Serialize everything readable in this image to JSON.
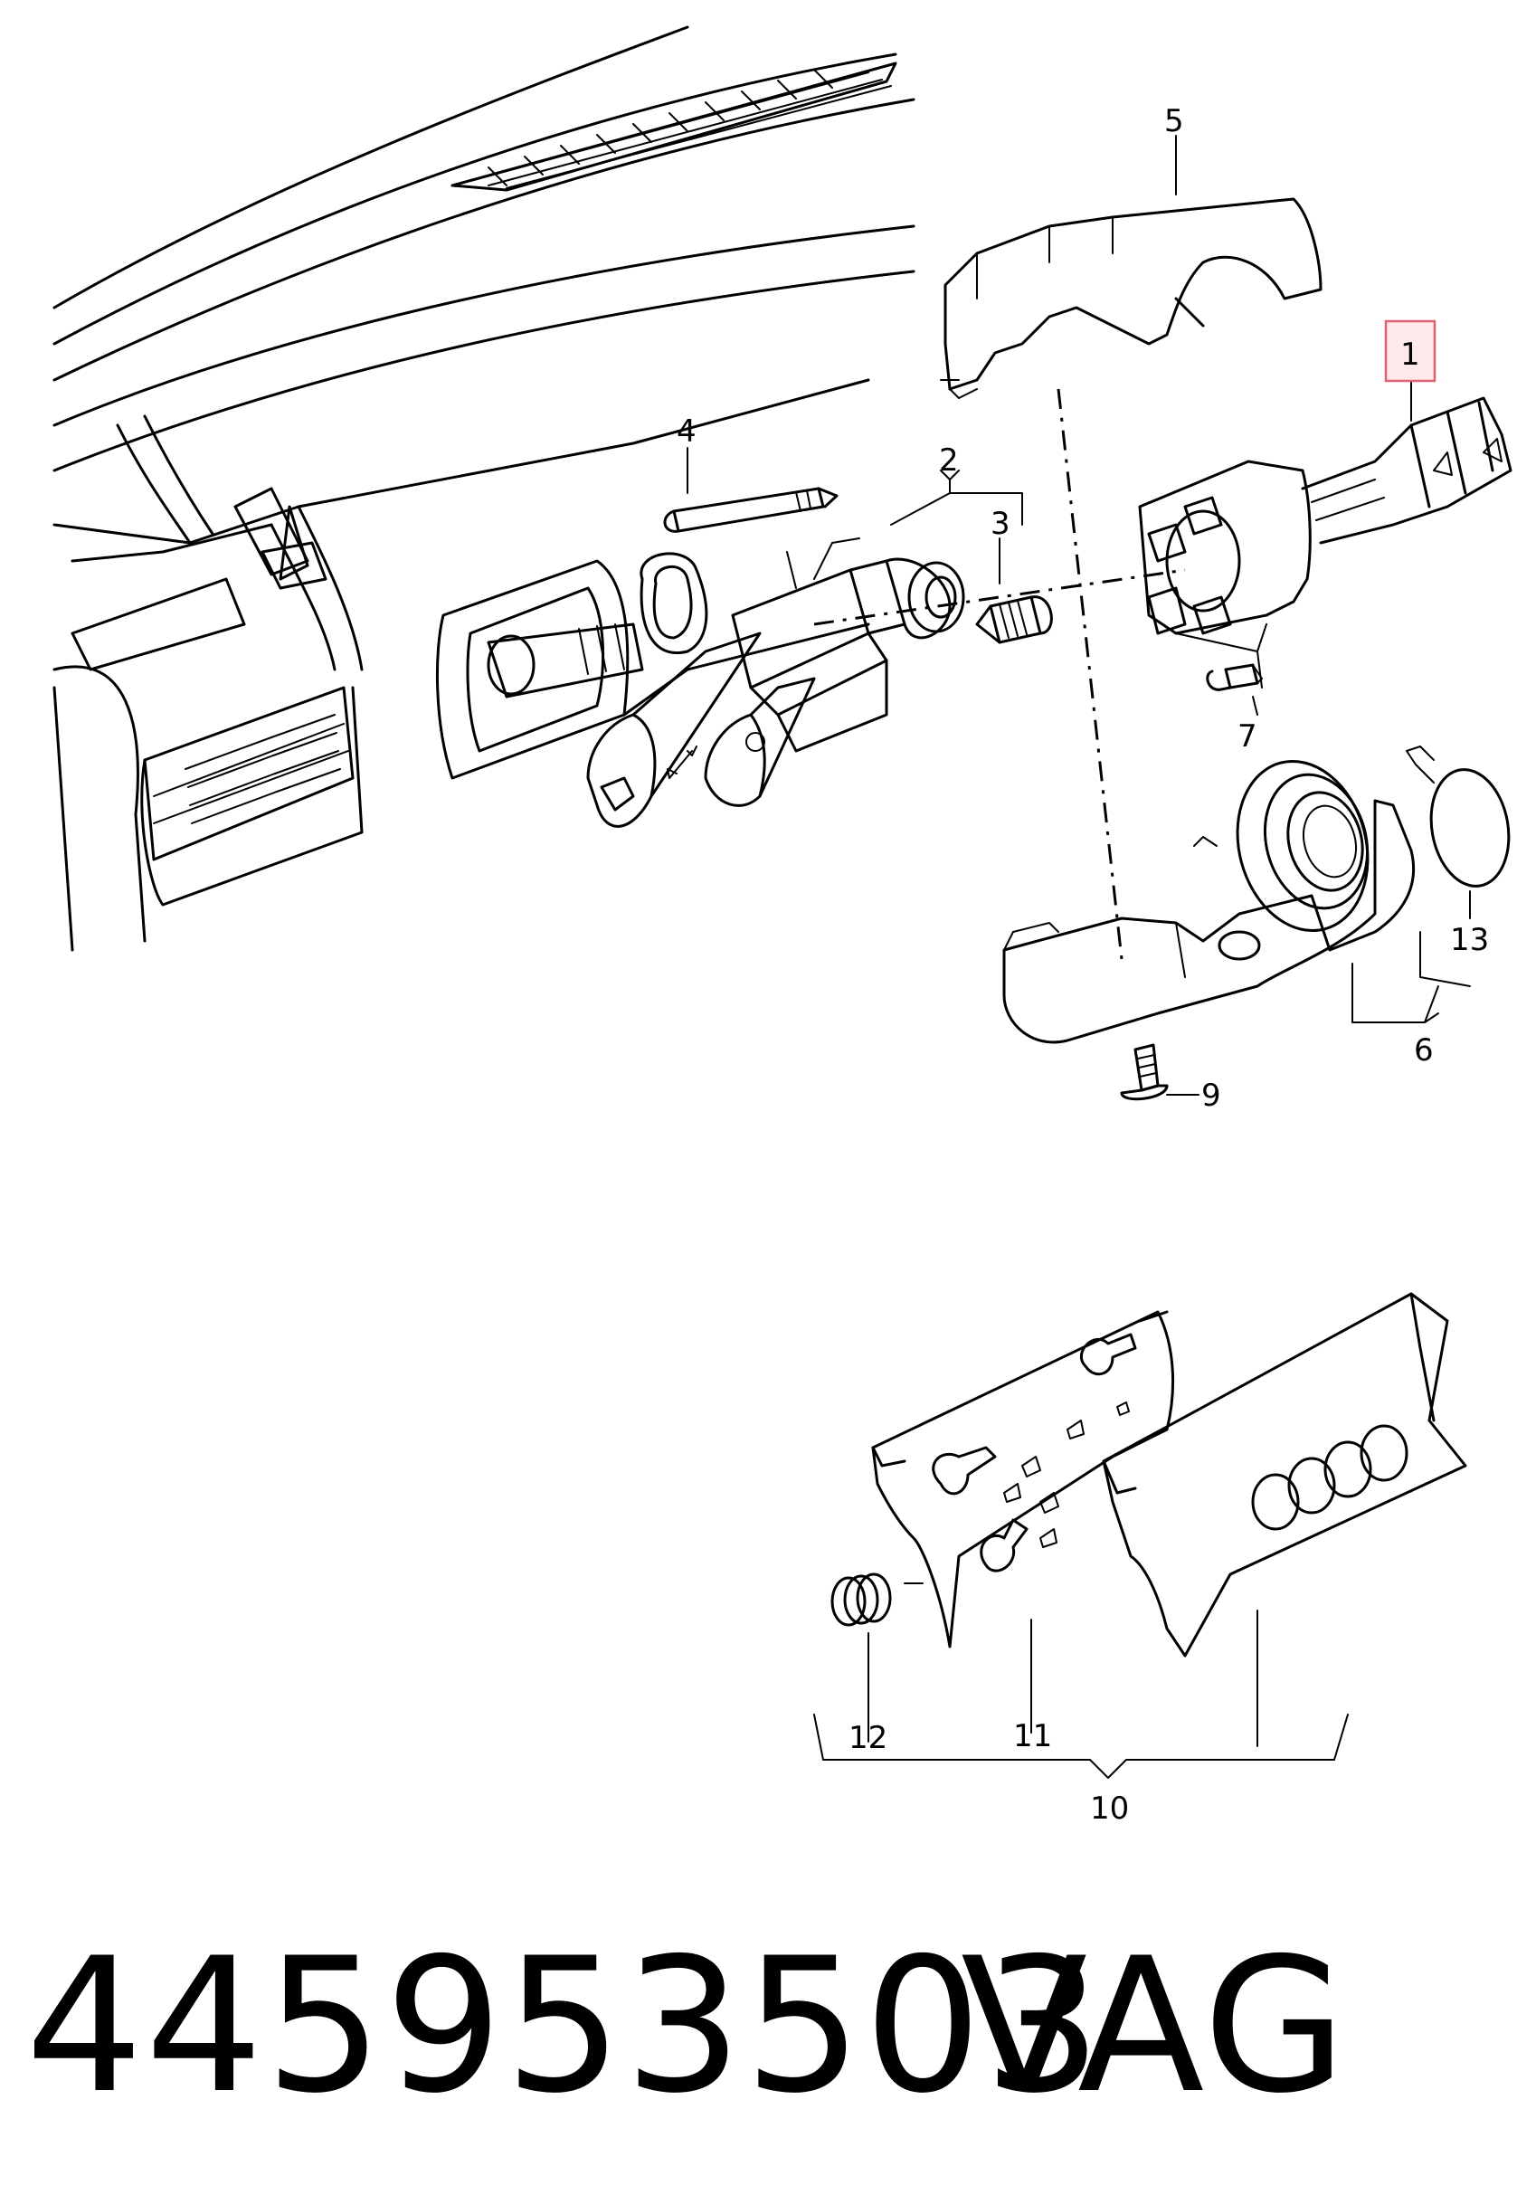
{
  "callouts": {
    "c1": "1",
    "c2": "2",
    "c3": "3",
    "c4": "4",
    "c5": "5",
    "c6": "6",
    "c7": "7",
    "c9": "9",
    "c10": "10",
    "c11": "11",
    "c12": "12",
    "c13": "13"
  },
  "highlighted_callout": "1",
  "highlight_color": "#e06070",
  "part_number": "445953503",
  "brand": "VAG"
}
